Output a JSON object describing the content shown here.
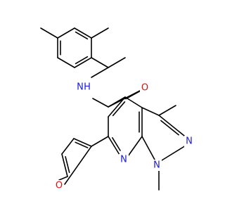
{
  "molecule": {
    "atom_labels": {
      "amide_nitrogen": "N",
      "amide_hydrogen": "H",
      "carbonyl_oxygen": "O",
      "pyrazole_n2": "N",
      "pyrazole_n1": "N",
      "pyridine_nitrogen": "N",
      "furan_oxygen": "O"
    },
    "colors": {
      "bond": "#000000",
      "nitrogen": "#1a1adb",
      "oxygen": "#e01010",
      "background": "#ffffff"
    }
  }
}
